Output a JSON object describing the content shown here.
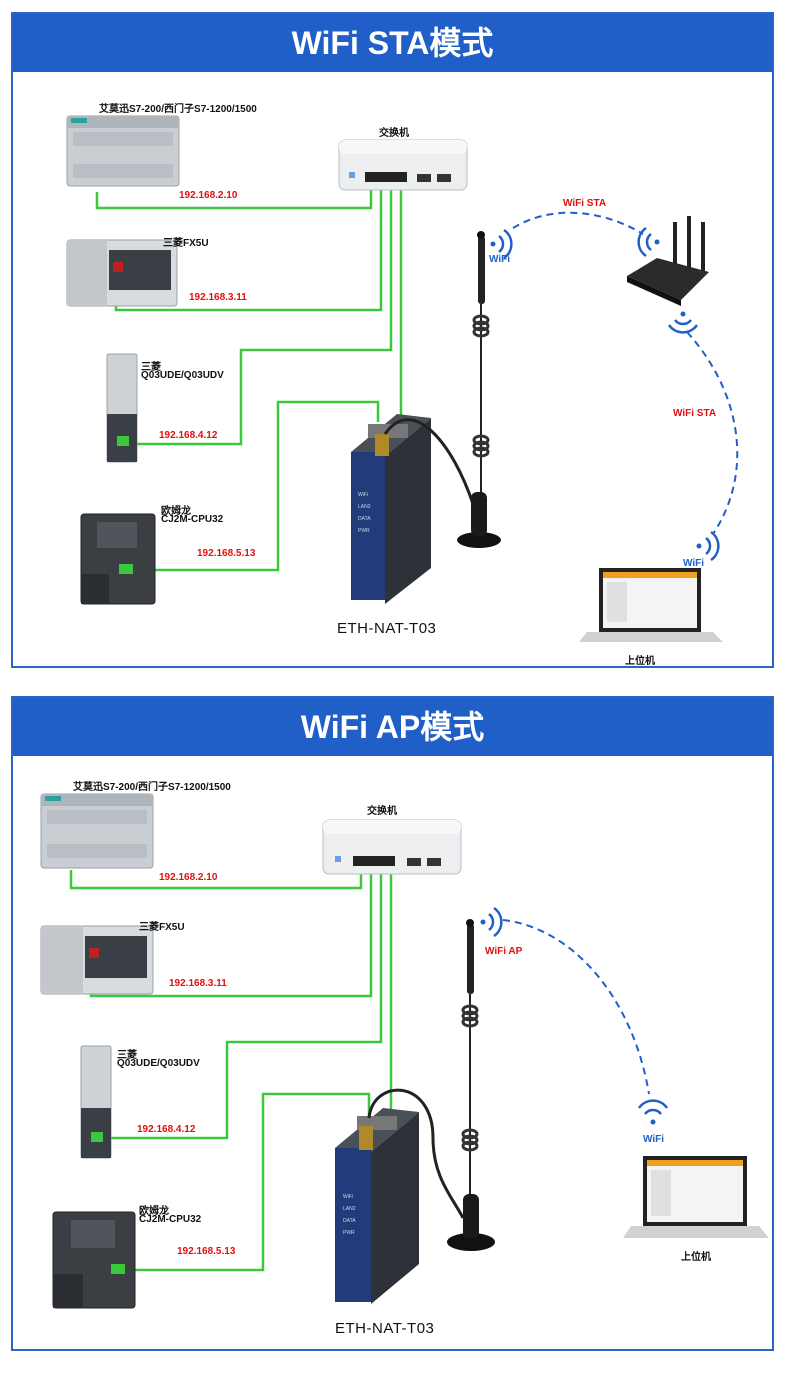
{
  "sections": [
    {
      "title": "WiFi STA模式",
      "devices": {
        "siemens": "艾莫迅S7-200/西门子S7-1200/1500",
        "fx5u": "三菱FX5U",
        "q03_line1": "三菱",
        "q03_line2": "Q03UDE/Q03UDV",
        "omron_line1": "欧姆龙",
        "omron_line2": "CJ2M-CPU32",
        "switch": "交换机",
        "pc": "上位机",
        "gateway_model": "ETH-NAT-T03"
      },
      "ips": [
        "192.168.2.10",
        "192.168.3.11",
        "192.168.4.12",
        "192.168.5.13"
      ],
      "wifi_labels": {
        "antenna": "WiFi",
        "link1": "WiFi STA",
        "link2": "WiFi STA",
        "pc": "WiFi"
      }
    },
    {
      "title": "WiFi AP模式",
      "devices": {
        "siemens": "艾莫迅S7-200/西门子S7-1200/1500",
        "fx5u": "三菱FX5U",
        "q03_line1": "三菱",
        "q03_line2": "Q03UDE/Q03UDV",
        "omron_line1": "欧姆龙",
        "omron_line2": "CJ2M-CPU32",
        "switch": "交换机",
        "pc": "上位机",
        "gateway_model": "ETH-NAT-T03"
      },
      "ips": [
        "192.168.2.10",
        "192.168.3.11",
        "192.168.4.12",
        "192.168.5.13"
      ],
      "wifi_labels": {
        "antenna": "WiFi AP",
        "pc": "WiFi"
      }
    }
  ],
  "colors": {
    "banner": "#1f5fc7",
    "cable": "#3cc83c",
    "ip_text": "#e01010",
    "wifi": "#1f5fc7"
  }
}
